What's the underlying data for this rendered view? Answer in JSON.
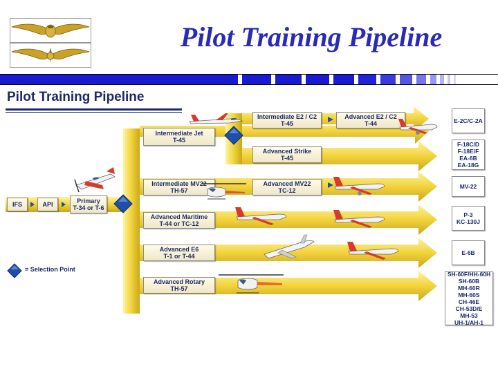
{
  "slide_title": "Pilot Training Pipeline",
  "diagram_title": "Pilot Training Pipeline",
  "colors": {
    "title_blue": "#2a2ab8",
    "navy": "#1b2a66",
    "arrow_gold": "#f2d33c",
    "selection_blue": "#1f4fa8"
  },
  "initial_stages": [
    {
      "label": "IFS"
    },
    {
      "label": "API"
    },
    {
      "label": "Primary\nT-34 or T-6"
    }
  ],
  "intermediate": [
    {
      "label": "Intermediate Jet\nT-45"
    },
    {
      "label": "Intermediate MV22\nTH-57"
    },
    {
      "label": "Advanced Maritime\nT-44 or TC-12"
    },
    {
      "label": "Advanced E6\nT-1 or T-44"
    },
    {
      "label": "Advanced Rotary\nTH-57"
    }
  ],
  "advanced": [
    {
      "label": "Intermediate E2 / C2\nT-45"
    },
    {
      "label": "Advanced E2 / C2\nT-44"
    },
    {
      "label": "Advanced Strike\nT-45"
    },
    {
      "label": "Advanced MV22\nTC-12"
    }
  ],
  "destinations": [
    {
      "label": "E-2C/C-2A"
    },
    {
      "label": "F-18C/D\nF-18E/F\nEA-6B\nEA-18G"
    },
    {
      "label": "MV-22"
    },
    {
      "label": "P-3\nKC-130J"
    },
    {
      "label": "E-6B"
    },
    {
      "label": "SH-60F/HH-60H\nSH-60B\nMH-60R\nMH-60S\nCH-46E\nCH-53D/E\nMH-53\nUH-1/AH-1"
    }
  ],
  "legend": {
    "label": "= Selection Point"
  },
  "icons": [
    "naval-aviator-wings-icon",
    "navy-wings-icon",
    "jet-trainer-icon",
    "prop-trainer-icon",
    "helicopter-icon",
    "twin-prop-aircraft-icon",
    "business-jet-icon",
    "selection-point-diamond-icon"
  ]
}
